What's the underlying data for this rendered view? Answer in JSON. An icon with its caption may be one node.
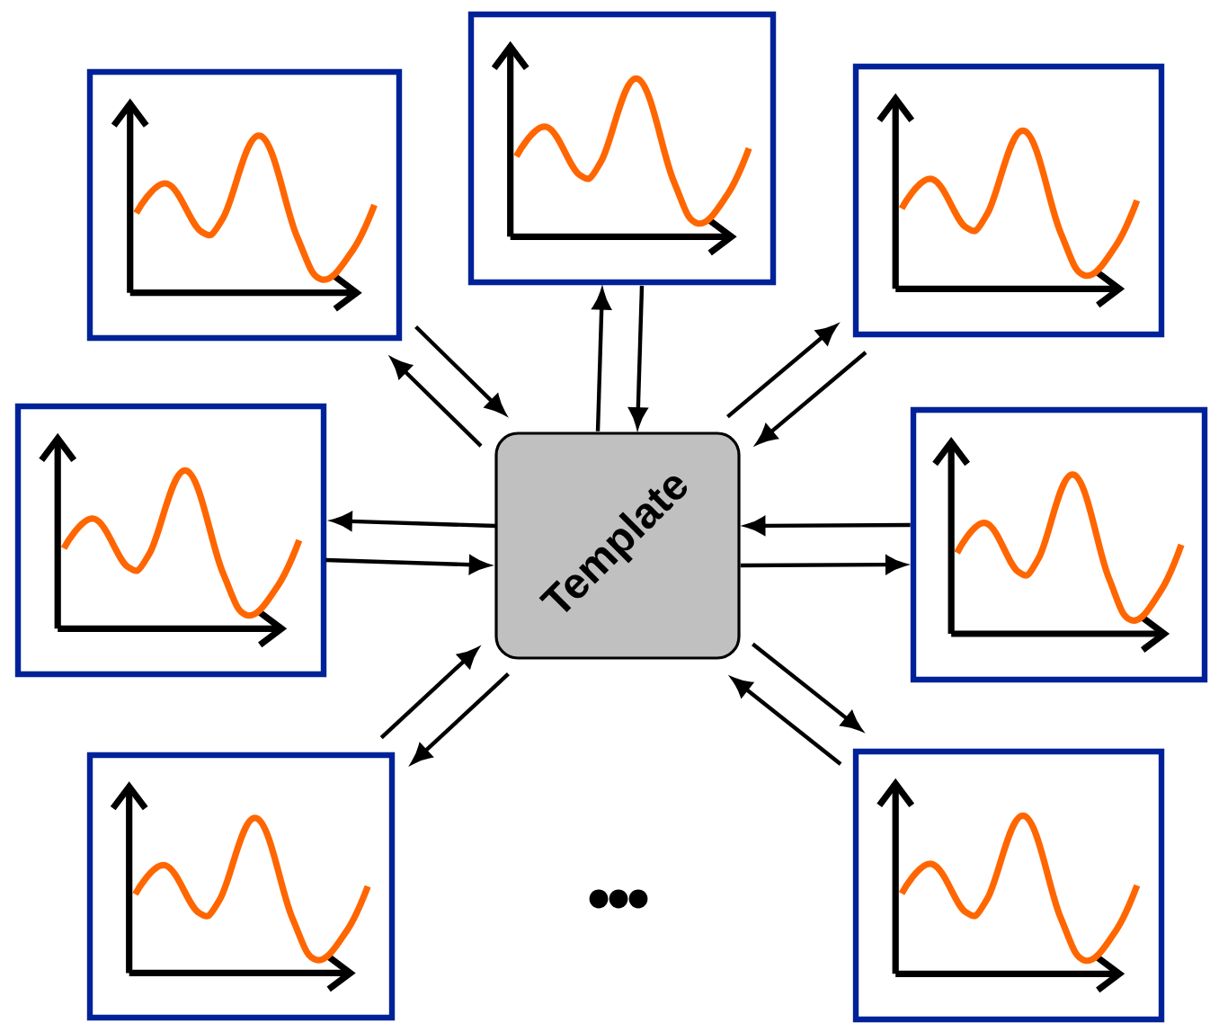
{
  "diagram": {
    "nodes": [
      {
        "text": [],
        "shape": "picture"
      },
      {
        "text": [],
        "shape": "picture"
      },
      {
        "text": [],
        "shape": "picture"
      },
      {
        "text": [],
        "shape": "picture"
      },
      {
        "text": [
          "Template"
        ]
      },
      {
        "text": [],
        "shape": "picture"
      },
      {
        "text": [],
        "shape": "picture"
      },
      {
        "text": [],
        "shape": "picture"
      }
    ],
    "edges": [
      {
        "from": 0,
        "to": 4,
        "arrow": "to"
      },
      {
        "from": 4,
        "to": 0,
        "arrow": "to"
      },
      {
        "from": 1,
        "to": 4,
        "arrow": "to"
      },
      {
        "from": 4,
        "to": 1,
        "arrow": "to"
      },
      {
        "from": 2,
        "to": 4,
        "arrow": "to"
      },
      {
        "from": 4,
        "to": 2,
        "arrow": "to"
      },
      {
        "from": 4,
        "to": 3,
        "arrow": "to"
      },
      {
        "from": 3,
        "to": 4,
        "arrow": "to"
      },
      {
        "from": 4,
        "to": 5,
        "arrow": "to"
      },
      {
        "from": 5,
        "to": 4,
        "arrow": "to"
      },
      {
        "from": 6,
        "to": 4,
        "arrow": "to"
      },
      {
        "from": 4,
        "to": 6,
        "arrow": "to"
      },
      {
        "from": 7,
        "to": 4,
        "arrow": "to"
      },
      {
        "from": 4,
        "to": 7,
        "arrow": "to"
      }
    ]
  }
}
